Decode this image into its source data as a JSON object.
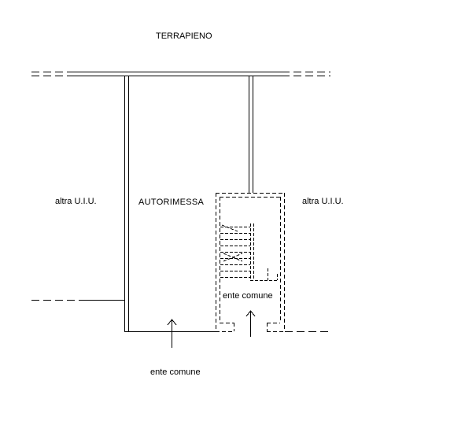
{
  "labels": {
    "terrapieno": "TERRAPIENO",
    "autorimessa": "AUTORIMESSA",
    "altra_uiu_left": "altra U.I.U.",
    "altra_uiu_right": "altra U.I.U.",
    "ente_comune_inner": "ente comune",
    "ente_comune_outer": "ente comune"
  },
  "colors": {
    "line": "#000000",
    "background": "#ffffff"
  }
}
